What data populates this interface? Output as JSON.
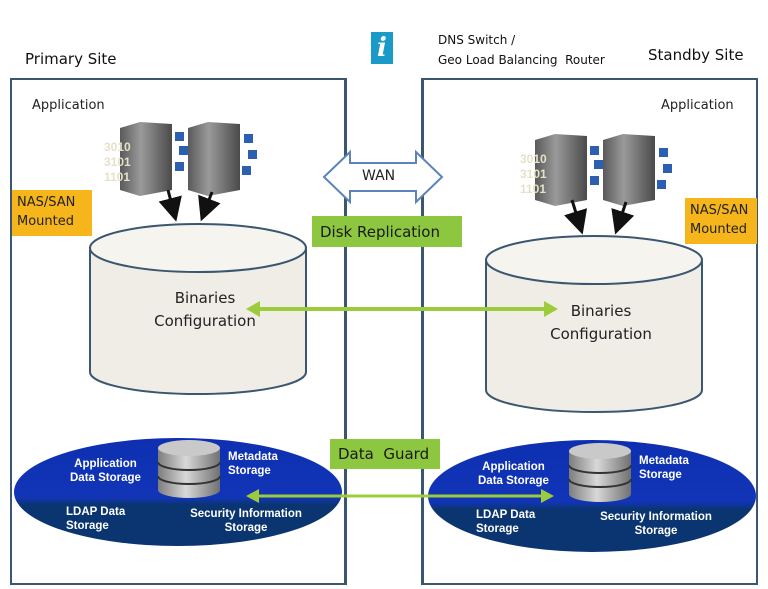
{
  "primary_site": {
    "title": "Primary Site",
    "application_label": "Application",
    "nas_badge": [
      "NAS/SAN",
      "Mounted"
    ],
    "storage_label": [
      "Binaries",
      "Configuration"
    ],
    "database": {
      "app_data": [
        "Application",
        "Data Storage"
      ],
      "metadata": [
        "Metadata",
        "Storage"
      ],
      "ldap": [
        "LDAP Data",
        "Storage"
      ],
      "security": [
        "Security Information",
        "Storage"
      ]
    },
    "server_bits": [
      "3010",
      "3101",
      "1101"
    ]
  },
  "standby_site": {
    "title": "Standby Site",
    "application_label": "Application",
    "nas_badge": [
      "NAS/SAN",
      "Mounted"
    ],
    "storage_label": [
      "Binaries",
      "Configuration"
    ],
    "database": {
      "app_data": [
        "Application",
        "Data Storage"
      ],
      "metadata": [
        "Metadata",
        "Storage"
      ],
      "ldap": [
        "LDAP Data",
        "Storage"
      ],
      "security": [
        "Security Information",
        "Storage"
      ]
    },
    "server_bits": [
      "3010",
      "3101",
      "1101"
    ]
  },
  "router": {
    "icon": "info-icon",
    "label": [
      "DNS Switch /",
      "Geo Load Balancing  Router"
    ]
  },
  "links": {
    "wan": "WAN",
    "disk_replication": "Disk Replication",
    "data_guard": "Data  Guard"
  },
  "colors": {
    "border": "#3b5670",
    "green": "#8dc63f",
    "arrow_green": "#9ccc3c",
    "orange": "#f5b51b",
    "db_blue": "#0d2fb0",
    "db_navy": "#0a3570",
    "info_blue": "#1a9ac9",
    "cylinder_fill": "#efede6"
  }
}
